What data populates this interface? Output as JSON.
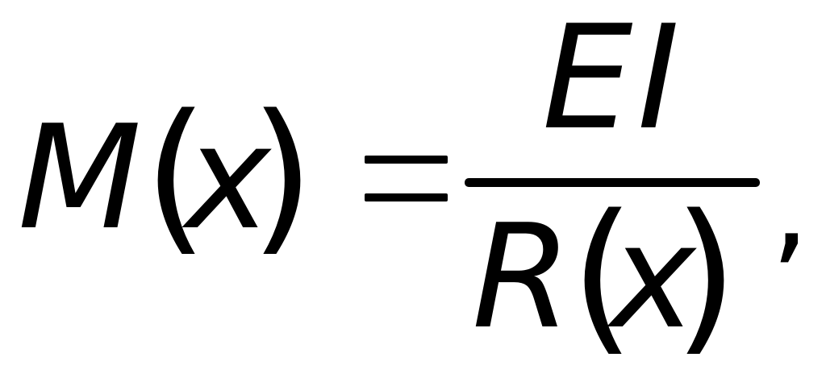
{
  "formula": {
    "lhs": {
      "function_name": "M",
      "open_paren": "(",
      "variable": "x",
      "close_paren": ")"
    },
    "equals": "=",
    "numerator": {
      "e": "E",
      "i": "I"
    },
    "denominator": {
      "function_name": "R",
      "open_paren": "(",
      "variable": "x",
      "close_paren": ")"
    },
    "trailing_punctuation": ","
  }
}
